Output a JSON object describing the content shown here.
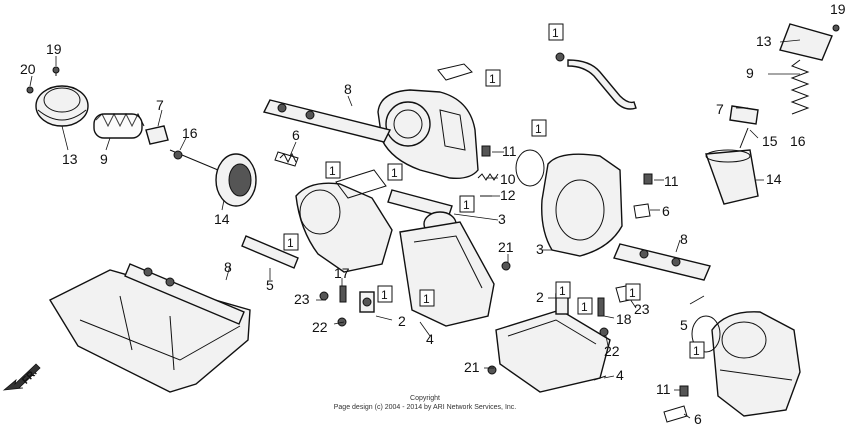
{
  "callouts": [
    "19",
    "20",
    "13",
    "9",
    "7",
    "16",
    "14",
    "8",
    "6",
    "11",
    "1",
    "10",
    "12",
    "3",
    "15",
    "21",
    "5",
    "17",
    "23",
    "22",
    "2",
    "4",
    "18"
  ],
  "boxed_label": "1",
  "direction_label": "FR.",
  "copyright": {
    "line1": "Copyright",
    "line2": "Page design (c) 2004 - 2014 by ARI Network Services, Inc."
  }
}
